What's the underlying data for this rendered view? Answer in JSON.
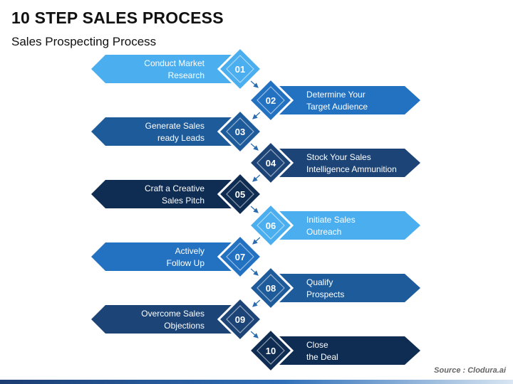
{
  "header": {
    "title": "10 STEP SALES PROCESS",
    "subtitle": "Sales Prospecting Process"
  },
  "steps": [
    {
      "number": "01",
      "line1": "Conduct Market",
      "line2": "Research",
      "side": "left",
      "color": "#4aaeef"
    },
    {
      "number": "02",
      "line1": "Determine Your",
      "line2": "Target Audience",
      "side": "right",
      "color": "#2372c2"
    },
    {
      "number": "03",
      "line1": "Generate Sales",
      "line2": "ready Leads",
      "side": "left",
      "color": "#1e5b9a"
    },
    {
      "number": "04",
      "line1": "Stock Your Sales",
      "line2": "Intelligence Ammunition",
      "side": "right",
      "color": "#1c4477"
    },
    {
      "number": "05",
      "line1": "Craft a Creative",
      "line2": "Sales Pitch",
      "side": "left",
      "color": "#0f2c53"
    },
    {
      "number": "06",
      "line1": "Initiate Sales",
      "line2": "Outreach",
      "side": "right",
      "color": "#4aaeef"
    },
    {
      "number": "07",
      "line1": "Actively",
      "line2": "Follow Up",
      "side": "left",
      "color": "#2372c2"
    },
    {
      "number": "08",
      "line1": "Qualify",
      "line2": "Prospects",
      "side": "right",
      "color": "#1e5b9a"
    },
    {
      "number": "09",
      "line1": "Overcome Sales",
      "line2": "Objections",
      "side": "left",
      "color": "#1c4477"
    },
    {
      "number": "10",
      "line1": "Close",
      "line2": "the Deal",
      "side": "right",
      "color": "#0f2c53"
    }
  ],
  "footer": {
    "source": "Source : Clodura.ai"
  },
  "colors": {
    "arrow_stroke": "#2b6cb0",
    "text": "#ffffff"
  }
}
